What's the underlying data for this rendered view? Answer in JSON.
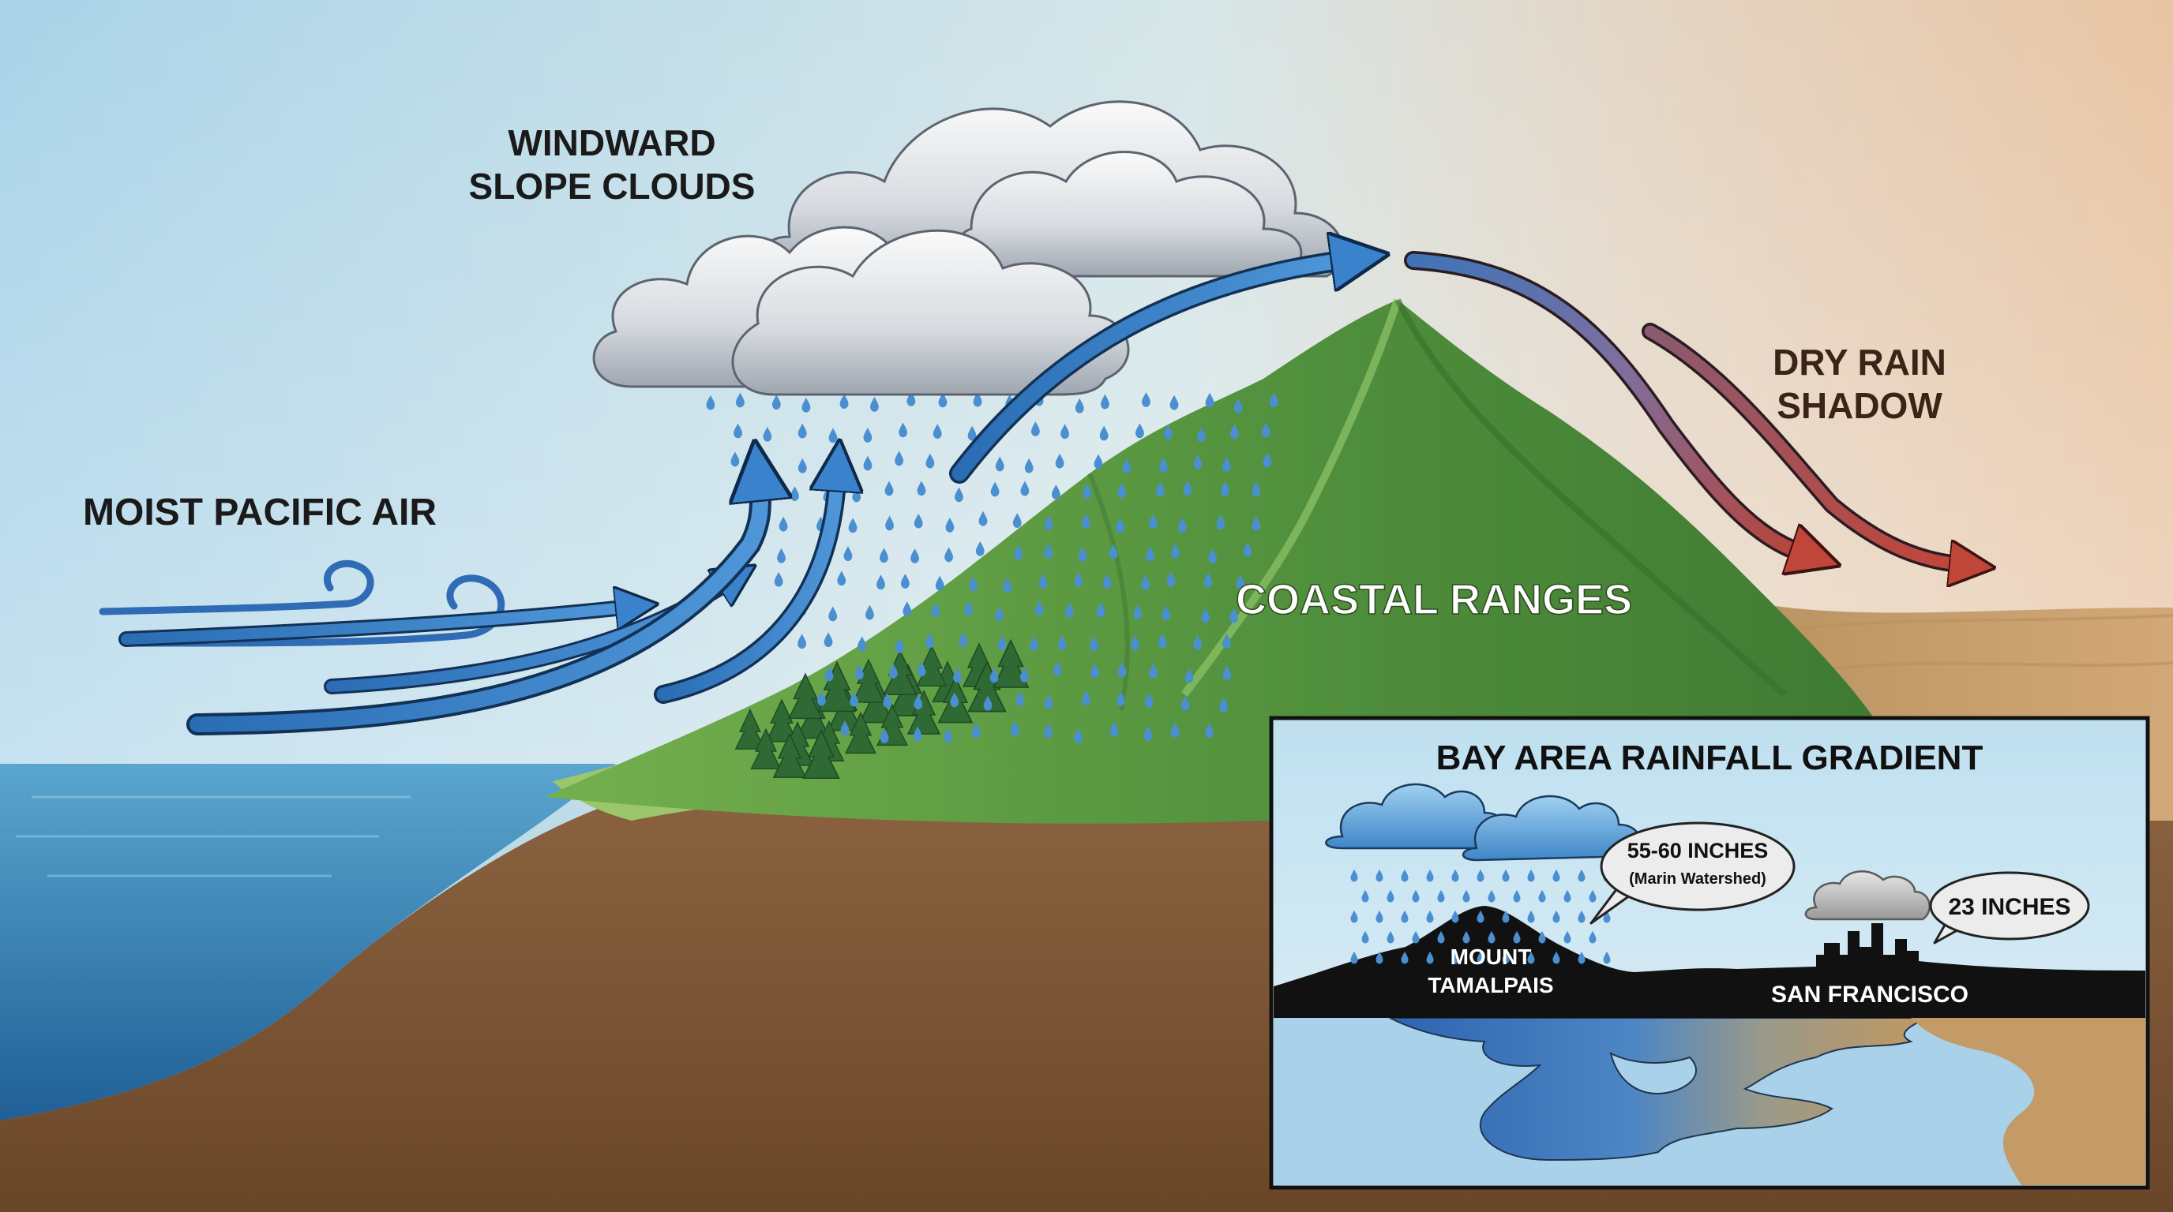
{
  "labels": {
    "windward_line1": "WINDWARD",
    "windward_line2": "SLOPE CLOUDS",
    "moist_air": "MOIST PACIFIC AIR",
    "coastal_ranges": "COASTAL RANGES",
    "dry_line1": "DRY RAIN",
    "dry_line2": "SHADOW"
  },
  "inset": {
    "title": "BAY AREA RAINFALL GRADIENT",
    "marin_value": "55-60 INCHES",
    "marin_note": "(Marin Watershed)",
    "sf_value": "23 INCHES",
    "mount_line1": "MOUNT",
    "mount_line2": "TAMALPAIS",
    "city": "SAN FRANCISCO"
  },
  "colors": {
    "sky_top": "#a8d2e6",
    "sky_dry": "#e6c4a4",
    "ocean": "#3c8ec0",
    "mountain_green": "#5a9a44",
    "soil": "#7c5534",
    "arrow_blue": "#2f75bf",
    "arrow_red": "#b2443c",
    "rain": "#4a8fd0"
  },
  "icons": {
    "cloud": "cloud-icon",
    "rain": "raindrop-icon",
    "wind": "wind-swirl-icon",
    "trees": "pine-tree-icon",
    "city": "skyline-icon"
  }
}
